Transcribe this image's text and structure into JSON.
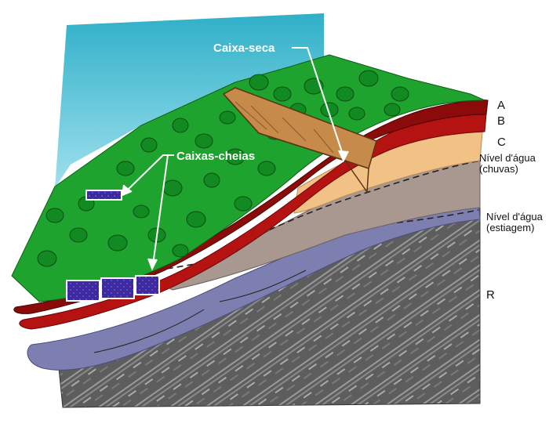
{
  "callouts": {
    "dry_box": "Caixa-seca",
    "full_boxes": "Caixas-cheias"
  },
  "layers": {
    "a": "A",
    "b": "B",
    "c": "C",
    "r": "R"
  },
  "water_levels": {
    "rainy_line1": "Nível d'água",
    "rainy_line2": "(chuvas)",
    "dry_line1": "Nível d'água",
    "dry_line2": "(estiagem)"
  },
  "colors": {
    "sky": "#3fb6cf",
    "vegetation": "#1fa32f",
    "horizon_a": "#8b0a0a",
    "horizon_b": "#b51212",
    "horizon_c": "#f2c186",
    "saprolite": "#a89890",
    "groundwater": "#7c7fb0",
    "bedrock": "#5a5a5a",
    "water_box": "#3d2a9e",
    "dry_box": "#c68a4a"
  }
}
